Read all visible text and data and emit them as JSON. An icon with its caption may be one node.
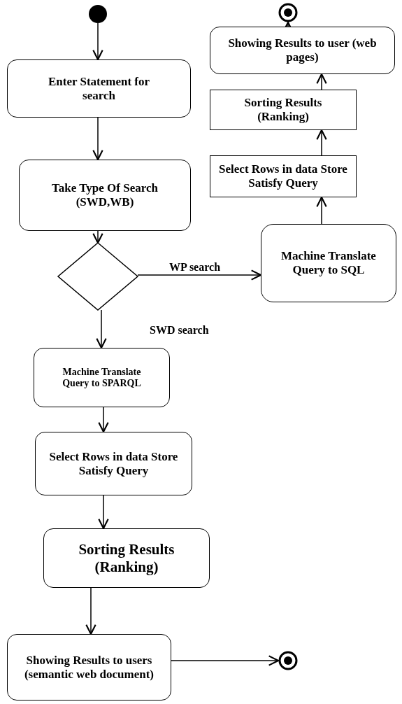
{
  "diagram": {
    "nodes": [
      {
        "text": [],
        "shape": "circle"
      },
      {
        "text": [
          "Enter Statement for search"
        ]
      },
      {
        "text": [
          "Take Type Of Search (SWD,WB)"
        ]
      },
      {
        "text": [],
        "shape": "diamond"
      },
      {
        "text": [
          "Machine Translate Query to SPARQL"
        ]
      },
      {
        "text": [
          "Select Rows in data Store Satisfy Query"
        ]
      },
      {
        "text": [
          "Sorting Results (Ranking)"
        ]
      },
      {
        "text": [
          "Showing Results to users (semantic web document)"
        ]
      },
      {
        "text": [
          "Machine Translate Query to SQL"
        ]
      },
      {
        "text": [
          "Select Rows in data Store Satisfy Query"
        ]
      },
      {
        "text": [
          "Sorting Results (Ranking)"
        ]
      },
      {
        "text": [
          "Showing Results to user (web pages)"
        ]
      },
      {
        "text": [],
        "shape": "bullseye"
      },
      {
        "text": [],
        "shape": "bullseye"
      }
    ],
    "edges": [
      {
        "from": 0,
        "to": 1,
        "arrow": "to"
      },
      {
        "from": 1,
        "to": 2,
        "arrow": "to"
      },
      {
        "from": 2,
        "to": 3,
        "arrow": "to"
      },
      {
        "from": 3,
        "to": 4,
        "arrow": "to",
        "label": "SWD search"
      },
      {
        "from": 4,
        "to": 5,
        "arrow": "to"
      },
      {
        "from": 5,
        "to": 6,
        "arrow": "to"
      },
      {
        "from": 6,
        "to": 7,
        "arrow": "to"
      },
      {
        "from": 7,
        "to": 13,
        "arrow": "to"
      },
      {
        "from": 3,
        "to": 8,
        "arrow": "to",
        "label": "WP search"
      },
      {
        "from": 8,
        "to": 9,
        "arrow": "to"
      },
      {
        "from": 9,
        "to": 10,
        "arrow": "to"
      },
      {
        "from": 10,
        "to": 11,
        "arrow": "to"
      },
      {
        "from": 11,
        "to": 12,
        "arrow": "to"
      }
    ]
  }
}
